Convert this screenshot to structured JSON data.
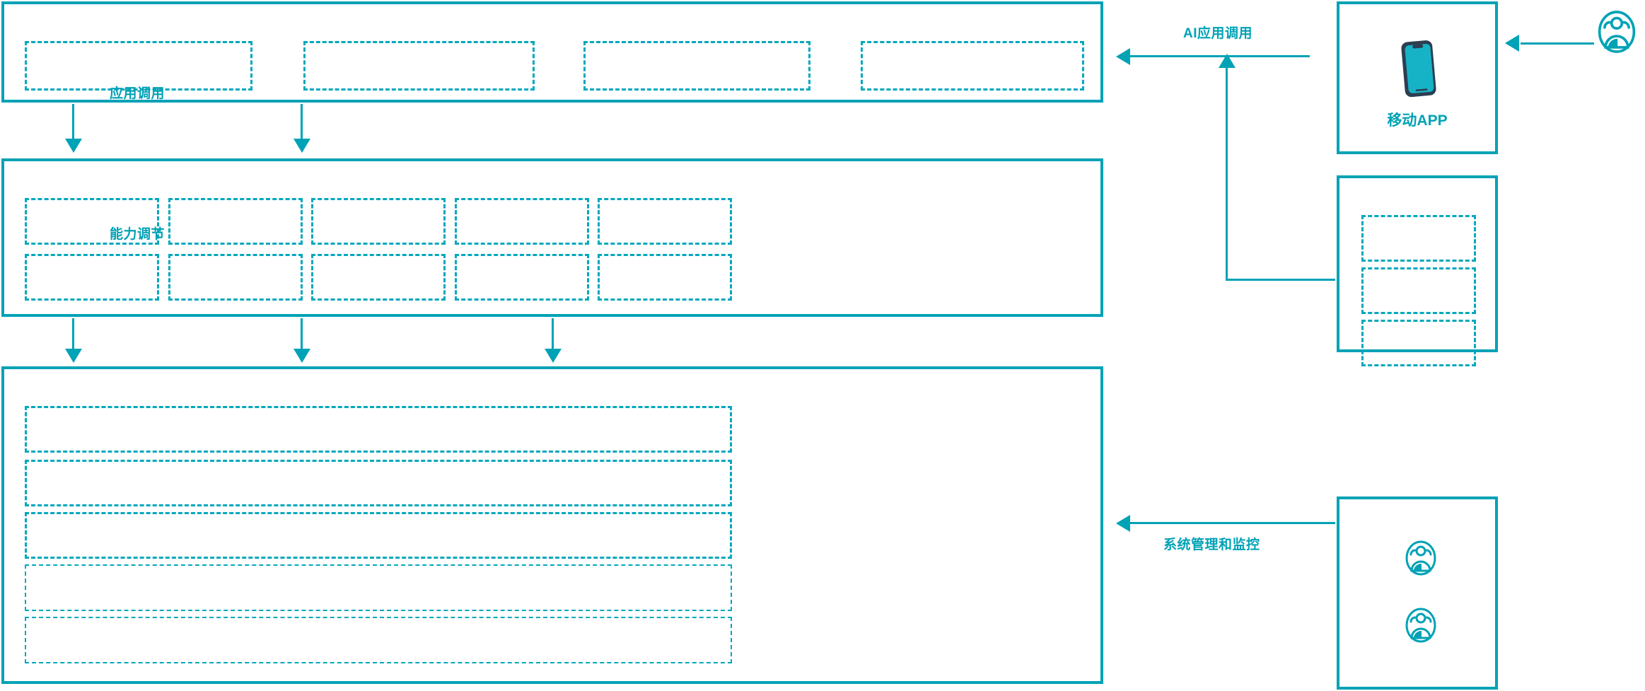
{
  "diagram": {
    "accent_color": "#00a2b6",
    "dashed_color": "#00a8bd",
    "phone_dark_color": "#2c3e50",
    "background": "#ffffff"
  },
  "layers": {
    "application_layer": {
      "name": "application-layer-panel",
      "slots": [
        {
          "label": ""
        },
        {
          "label": ""
        },
        {
          "label": ""
        },
        {
          "label": ""
        }
      ]
    },
    "capability_layer": {
      "name": "capability-layer-panel",
      "rows": [
        {
          "slots": [
            {
              "label": ""
            },
            {
              "label": ""
            },
            {
              "label": ""
            },
            {
              "label": ""
            },
            {
              "label": ""
            }
          ]
        },
        {
          "slots": [
            {
              "label": ""
            },
            {
              "label": ""
            },
            {
              "label": ""
            },
            {
              "label": ""
            },
            {
              "label": ""
            }
          ]
        }
      ]
    },
    "infrastructure_layer": {
      "name": "infrastructure-layer-panel",
      "rows": [
        {
          "label": ""
        },
        {
          "label": ""
        },
        {
          "label": ""
        },
        {
          "label": ""
        },
        {
          "label": ""
        }
      ]
    }
  },
  "connectors": {
    "application_call": "应用调用",
    "capability_adjust": "能力调节",
    "ai_application_call": "AI应用调用",
    "system_management_monitoring": "系统管理和监控"
  },
  "right_column": {
    "mobile_app_panel": {
      "caption": "移动APP",
      "icon": "mobile-phone-icon"
    },
    "secondary_panel": {
      "caption": "",
      "slots": [
        {
          "label": ""
        },
        {
          "label": ""
        },
        {
          "label": ""
        }
      ]
    },
    "users_panel": {
      "caption": "",
      "icons": [
        "users-group-icon",
        "users-group-icon"
      ]
    },
    "external_actor": {
      "icon": "users-group-icon",
      "label": ""
    }
  }
}
